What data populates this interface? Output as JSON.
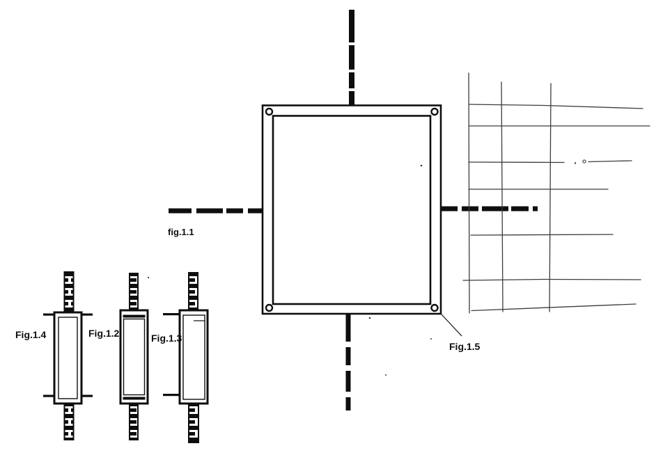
{
  "page": {
    "background_color": "#ffffff",
    "ink_color": "#0e0e0e",
    "grid_ink_color": "#3c3c3c",
    "description_labels": {
      "centerline_plan": "fig.1.1",
      "standoff_capped": "Fig.1.2",
      "standoff_left_flange": "Fig.1.3",
      "standoff_side_flange": "Fig.1.4",
      "corner_fastener": "Fig.1.5"
    }
  },
  "figure_labels": {
    "fig11": "fig.1.1",
    "fig12": "Fig.1.2",
    "fig13": "Fig.1.3",
    "fig14": "Fig.1.4",
    "fig15": "Fig.1.5"
  }
}
